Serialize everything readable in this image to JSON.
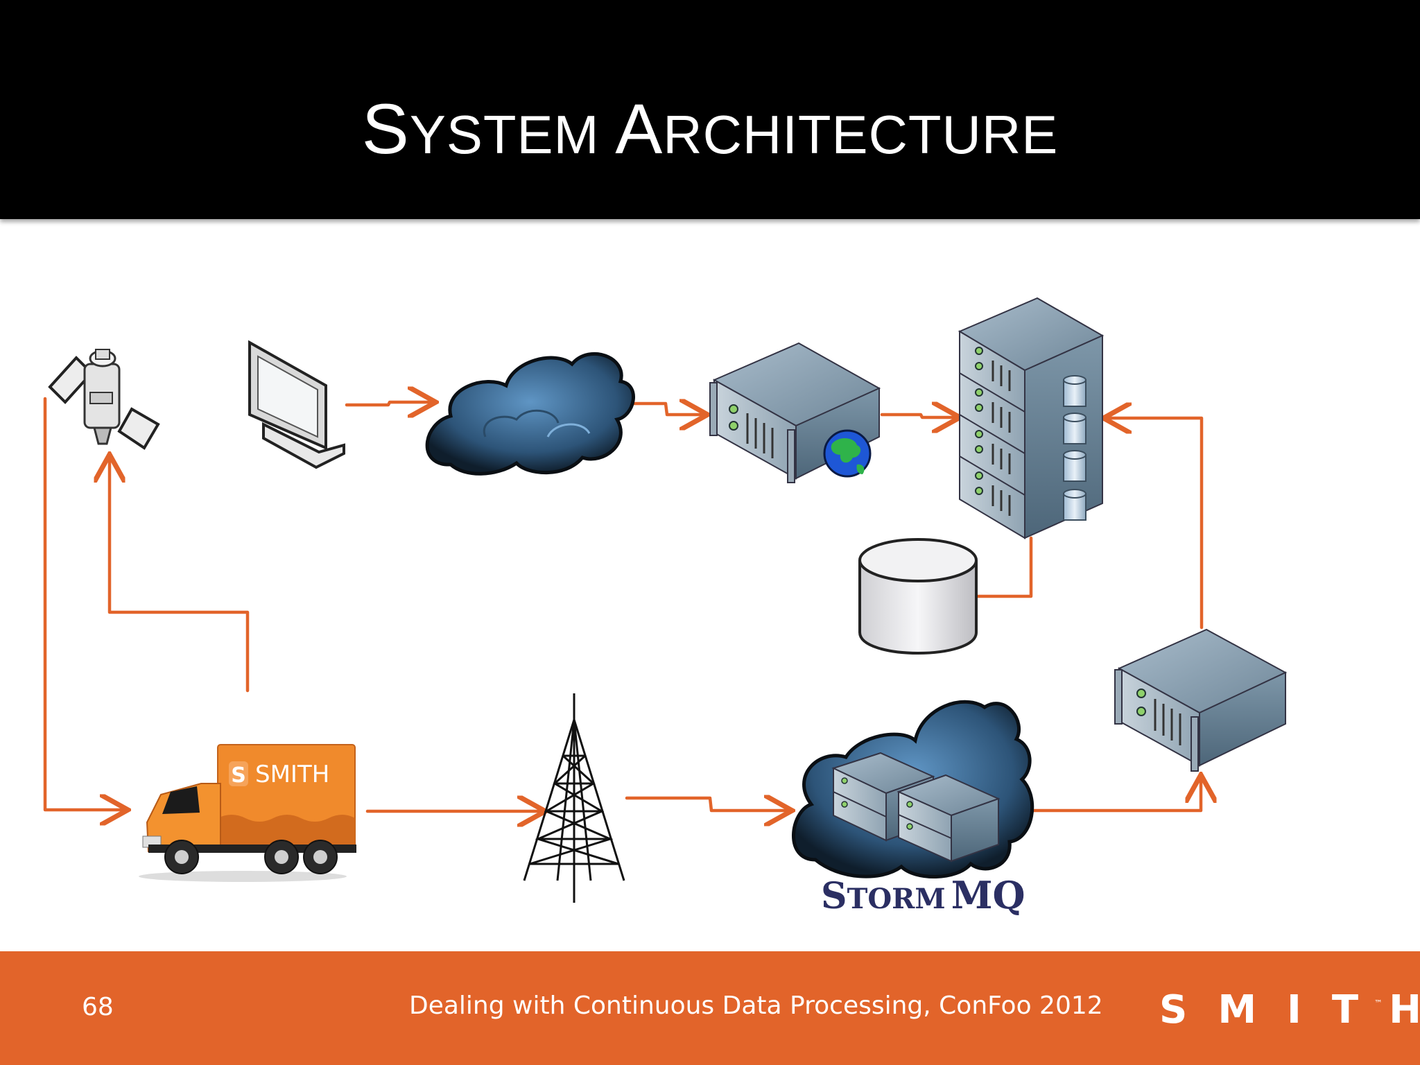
{
  "slide": {
    "title_initial_1": "S",
    "title_rest_1": "YSTEM",
    "title_initial_2": "A",
    "title_rest_2": "RCHITECTURE",
    "page_number": "68",
    "footer_text": "Dealing with Continuous Data Processing, ConFoo 2012",
    "brand": "SMITH",
    "trademark": "™"
  },
  "diagram": {
    "truck_label": "SMITH",
    "truck_logo_letter": "S",
    "stormmq_label_initial": "S",
    "stormmq_label_rest": "TORM",
    "stormmq_label_suffix": "MQ"
  },
  "colors": {
    "header_bg": "#000000",
    "footer_bg": "#E2642A",
    "arrow": "#E2642A",
    "server": "#6E8AA0",
    "cloud": "#3E6D96",
    "stormmq_text": "#2B2F63"
  },
  "icons": [
    "satellite-icon",
    "monitor-icon",
    "cloud-icon",
    "web-server-icon",
    "globe-icon",
    "server-rack-icon",
    "database-icon",
    "server-icon",
    "truck-icon",
    "radio-tower-icon",
    "stormmq-cloud-icon"
  ]
}
